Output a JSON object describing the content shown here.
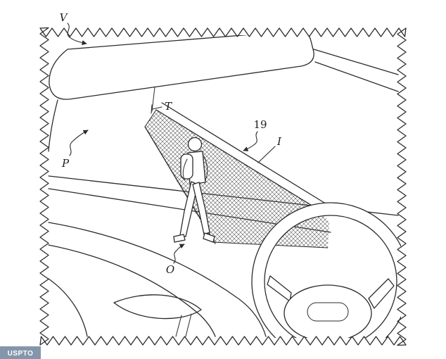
{
  "figure": {
    "reference_labels": {
      "v": "V",
      "t": "T",
      "p": "P",
      "num19": "19",
      "i": "I",
      "o": "O"
    }
  },
  "watermark": {
    "text": "USPTO",
    "bg": "#8496ab",
    "fg": "#ffffff"
  },
  "colors": {
    "line": "#2b2b2b",
    "hatch": "#555555",
    "background": "#ffffff"
  }
}
